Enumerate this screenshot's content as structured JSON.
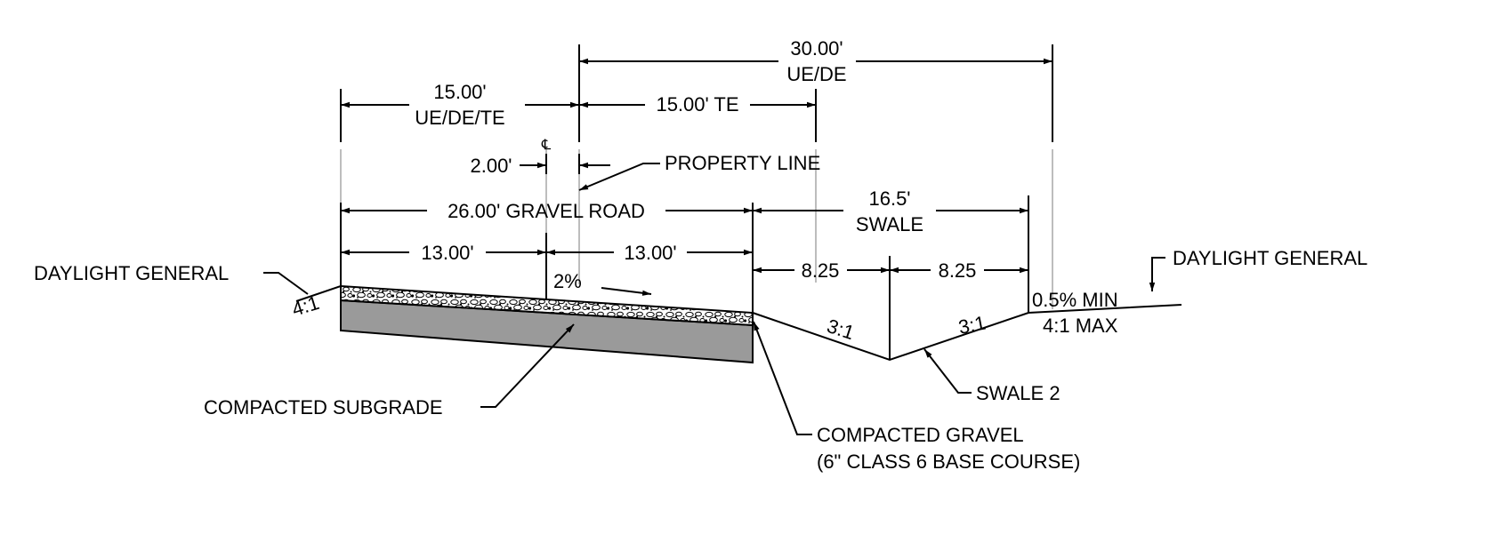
{
  "dimensions": {
    "overall_30": "30.00'",
    "overall_30_sub": "UE/DE",
    "left_15": "15.00'",
    "left_15_sub": "UE/DE/TE",
    "right_15": "15.00' TE",
    "offset_2": "2.00'",
    "road_26": "26.00' GRAVEL ROAD",
    "half_13_left": "13.00'",
    "half_13_right": "13.00'",
    "swale_width": "16.5'",
    "swale_sub": "SWALE",
    "swale_left_825": "8.25",
    "swale_right_825": "8.25"
  },
  "symbols": {
    "centerline": "℄"
  },
  "labels": {
    "property_line": "PROPERTY LINE",
    "daylight_left": "DAYLIGHT GENERAL",
    "daylight_right": "DAYLIGHT GENERAL",
    "slope_left": "4:1",
    "road_slope": "2%",
    "swale_slope_left": "3:1",
    "swale_slope_right": "3:1",
    "daylight_min": "0.5% MIN",
    "daylight_max": "4:1 MAX",
    "swale_2": "SWALE 2",
    "compacted_subgrade": "COMPACTED SUBGRADE",
    "compacted_gravel_line1": "COMPACTED GRAVEL",
    "compacted_gravel_line2": "(6\" CLASS 6 BASE COURSE)"
  },
  "colors": {
    "line": "#000000",
    "subgrade_fill": "#9a9a9a",
    "extension_line": "#bdbdbd",
    "gravel_fill": "#ffffff"
  }
}
